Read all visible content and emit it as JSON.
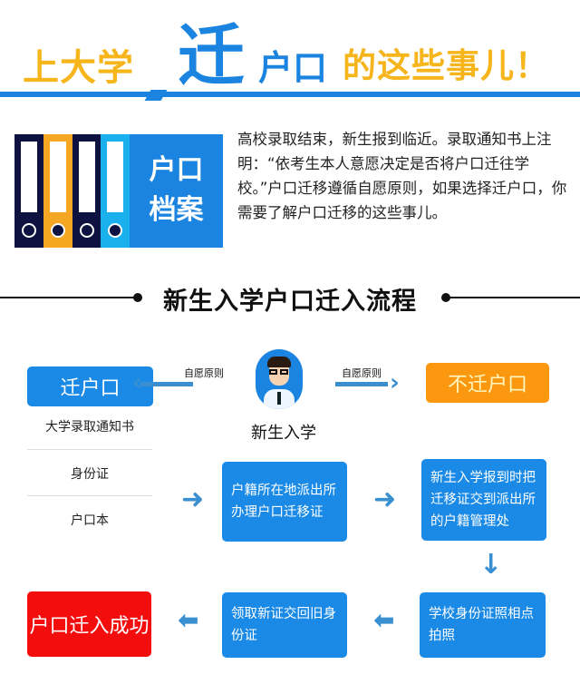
{
  "header": {
    "part1": "上大学",
    "part2_big": "迁",
    "part3": "户口",
    "part4": "的这些事儿！"
  },
  "archive_badge": {
    "line1": "户口",
    "line2": "档案",
    "binder_colors": [
      "#0d1240",
      "#f5a623",
      "#0d1240",
      "#1ab0ee"
    ]
  },
  "intro_text": "高校录取结束，新生报到临近。录取通知书上注明：“依考生本人意愿决定是否将户口迁往学校。”户口迁移遵循自愿原则，如果选择迁户口，你需要了解户口迁移的这些事儿。",
  "section": {
    "title": "新生入学户口迁入流程"
  },
  "flow": {
    "center": {
      "label": "新生入学",
      "icon": "student-avatar-icon"
    },
    "left_arrow_label": "自愿原则",
    "right_arrow_label": "自愿原则",
    "move": {
      "label": "迁户口",
      "color": "#1a8ae6"
    },
    "no_move": {
      "label": "不迁户口",
      "color": "#fb9810"
    },
    "requirements": [
      "大学录取通知书",
      "身份证",
      "户口本"
    ],
    "steps": [
      "户籍所在地派出所办理户口迁移证",
      "新生入学报到时把迁移证交到派出所的户籍管理处",
      "学校身份证照相点拍照",
      "领取新证交回旧身份证"
    ],
    "success": {
      "label": "户口迁入成功",
      "color": "#f40d0d"
    }
  }
}
